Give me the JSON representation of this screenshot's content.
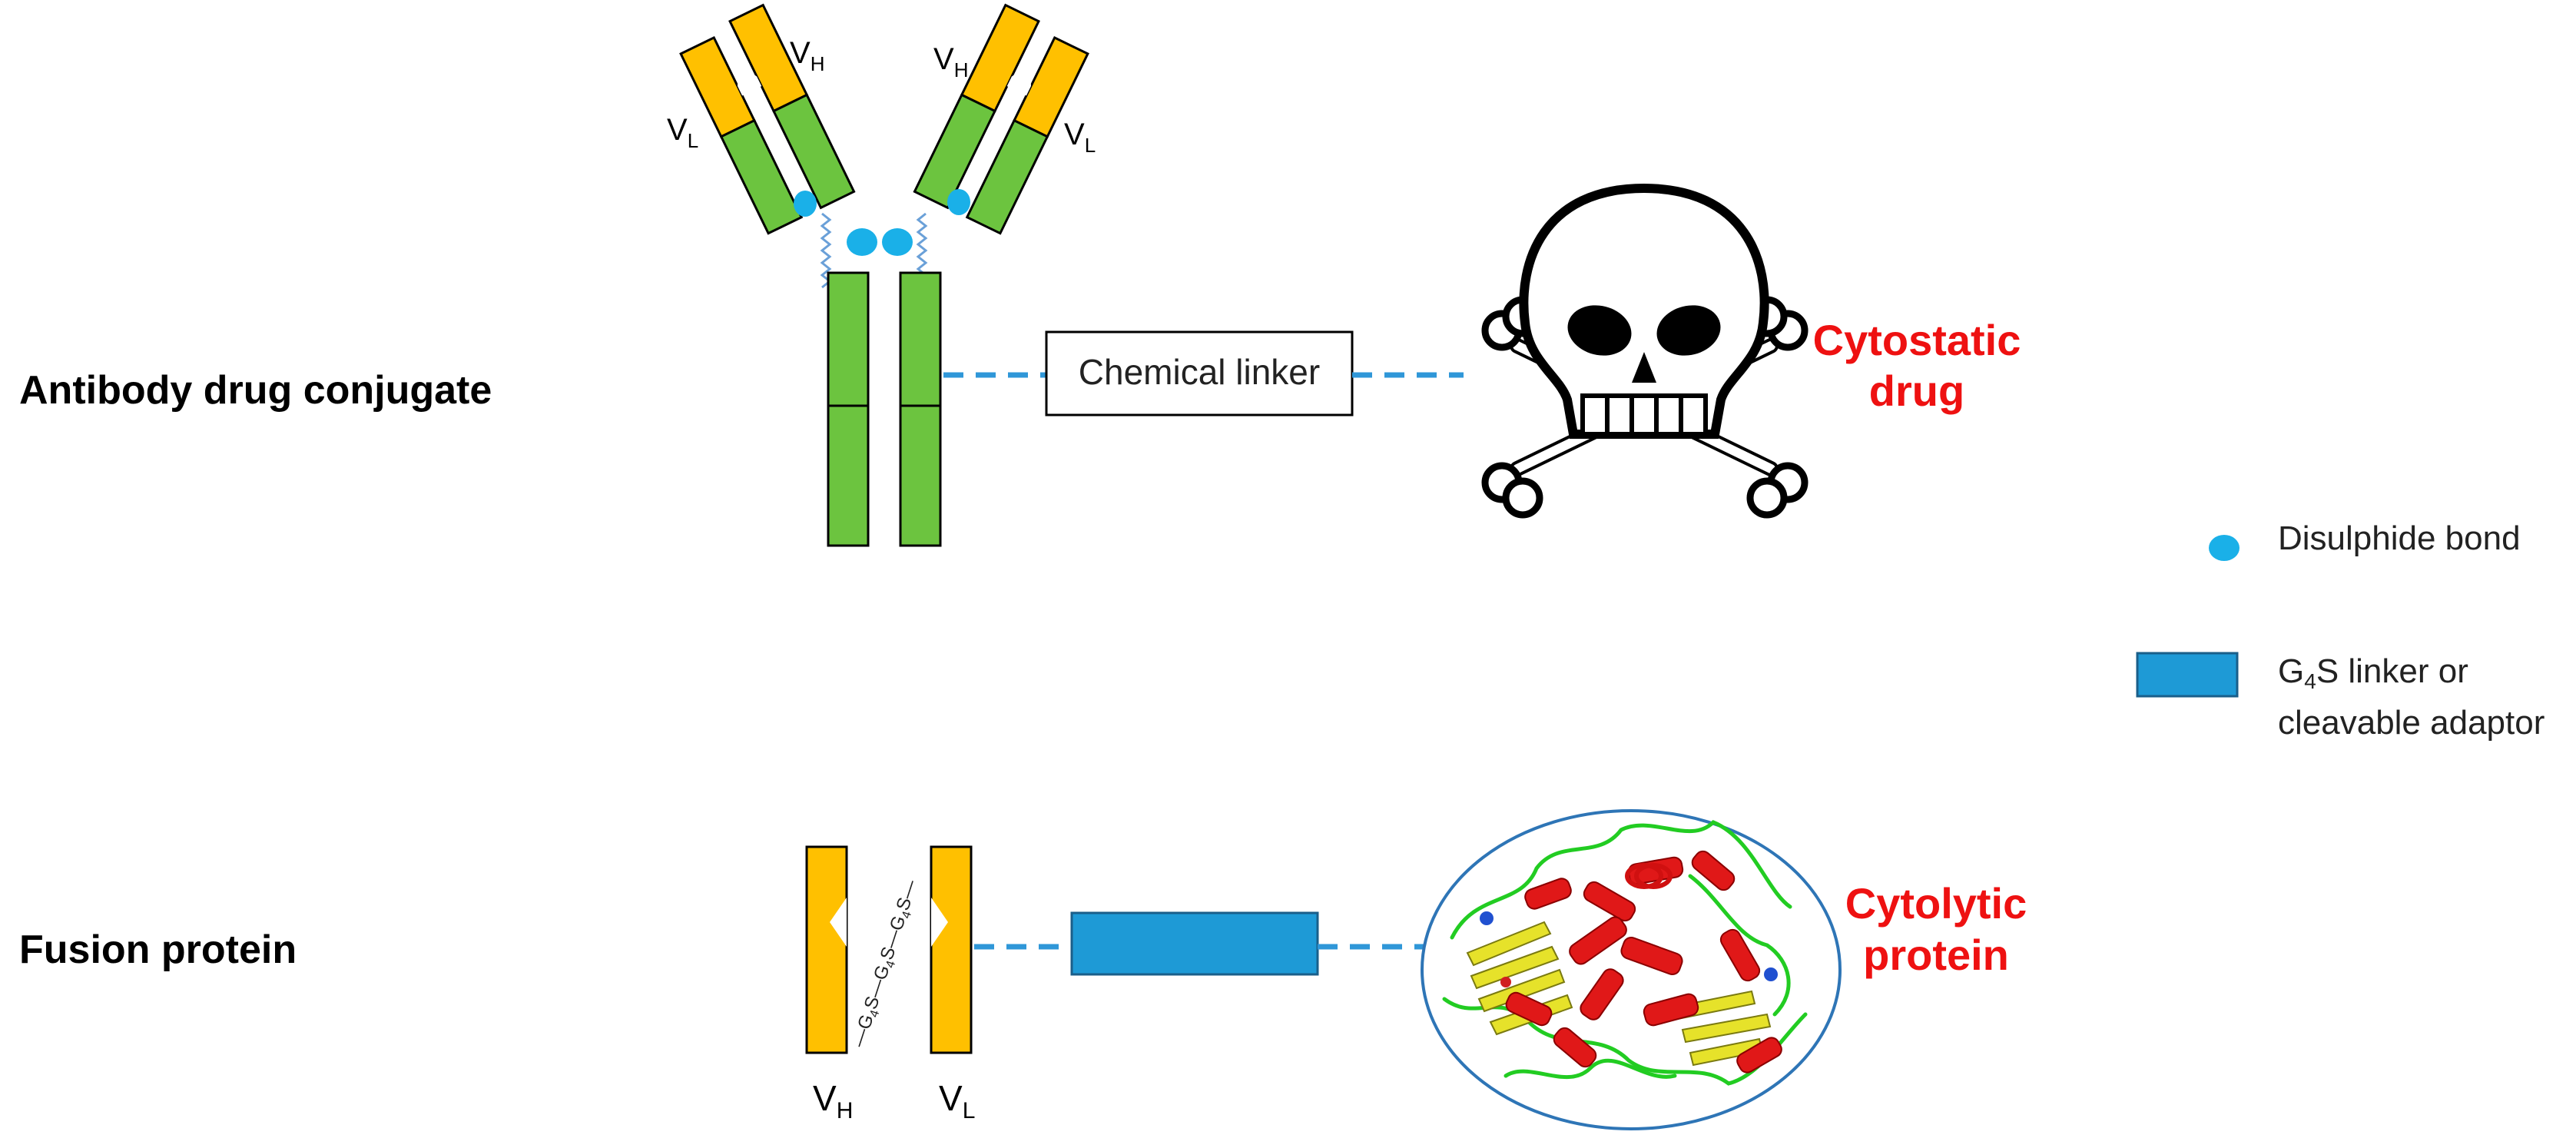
{
  "rows": {
    "adc": {
      "label": "Antibody drug conjugate",
      "linker_label": "Chemical linker",
      "payload_line1": "Cytostatic",
      "payload_line2": "drug",
      "chain_labels": {
        "vh_left": "V",
        "vh_left_sub": "H",
        "vl_left": "V",
        "vl_left_sub": "L",
        "vh_right": "V",
        "vh_right_sub": "H",
        "vl_right": "V",
        "vl_right_sub": "L"
      }
    },
    "fusion": {
      "label": "Fusion protein",
      "payload_line1": "Cytolytic",
      "payload_line2": "protein",
      "scfv_linker": [
        "G4S",
        "G4S",
        "G4S"
      ],
      "g4s_glyph": "G",
      "g4s_sub": "4",
      "g4s_tail": "S",
      "chain_labels": {
        "vh": "V",
        "vh_sub": "H",
        "vl": "V",
        "vl_sub": "L"
      }
    }
  },
  "legend": {
    "disulphide_label": "Disulphide bond",
    "linker_line1_prefix": "G",
    "linker_line1_sub": "4",
    "linker_line1_suffix": "S linker or",
    "linker_line2": "cleavable adaptor"
  },
  "colors": {
    "heavy_chain": "#6cc43f",
    "variable_domain": "#ffc000",
    "disulphide": "#1ab0e8",
    "linker_block": "#1e9ad6",
    "dashed_link": "#2f97d8",
    "payload_text": "#ee1111",
    "protein_ellipse": "#2e75b6"
  },
  "icons": {
    "payload_adc": "skull-crossbones-icon",
    "payload_fusion": "protein-structure-icon"
  }
}
